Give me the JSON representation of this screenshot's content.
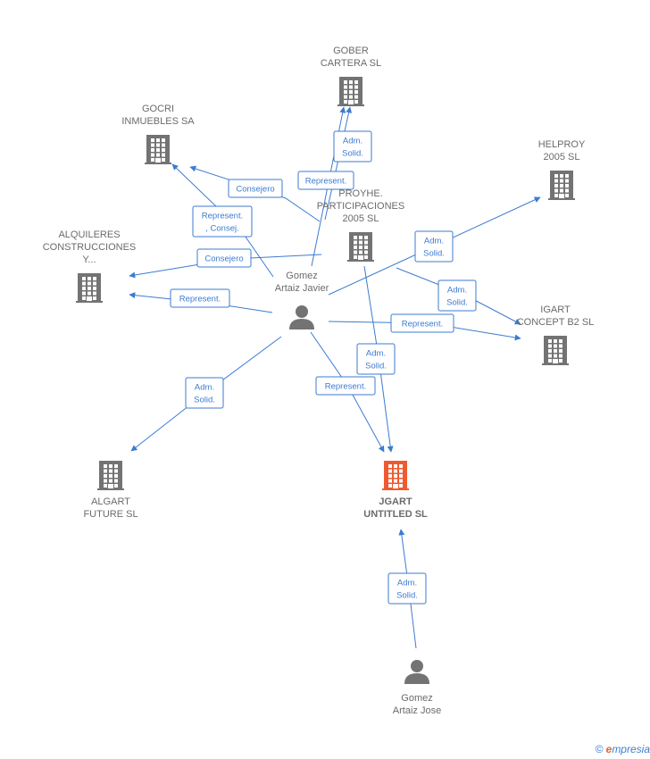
{
  "colors": {
    "edge": "#3d7bd0",
    "node": "#737373",
    "main_node": "#ef5a30",
    "label_box_border": "#3d7bd0",
    "label_box_bg": "#ffffff"
  },
  "nodes": [
    {
      "id": "gober",
      "type": "company",
      "lines": [
        "GOBER",
        "CARTERA SL"
      ]
    },
    {
      "id": "gocri",
      "type": "company",
      "lines": [
        "GOCRI",
        "INMUEBLES SA"
      ]
    },
    {
      "id": "helproy",
      "type": "company",
      "lines": [
        "HELPROY",
        "2005 SL"
      ]
    },
    {
      "id": "proyhe",
      "type": "company",
      "lines": [
        "PROYHE.",
        "PARTICIPACIONES",
        "2005  SL"
      ]
    },
    {
      "id": "alquileres",
      "type": "company",
      "lines": [
        "ALQUILERES",
        "CONSTRUCCIONES",
        "Y..."
      ]
    },
    {
      "id": "igart",
      "type": "company",
      "lines": [
        "IGART",
        "CONCEPT B2 SL"
      ]
    },
    {
      "id": "javier",
      "type": "person",
      "lines": [
        "Gomez",
        "Artaiz Javier"
      ]
    },
    {
      "id": "algart",
      "type": "company",
      "lines": [
        "ALGART",
        "FUTURE SL"
      ]
    },
    {
      "id": "jgart",
      "type": "main",
      "lines": [
        "JGART",
        "UNTITLED SL"
      ]
    },
    {
      "id": "jose",
      "type": "person",
      "lines": [
        "Gomez",
        "Artaiz Jose"
      ]
    }
  ],
  "edge_labels": [
    {
      "id": "l-adm-gober",
      "lines": [
        "Adm.",
        "Solid."
      ]
    },
    {
      "id": "l-rep-gober",
      "lines": [
        "Represent."
      ]
    },
    {
      "id": "l-cons-gocri",
      "lines": [
        "Consejero"
      ]
    },
    {
      "id": "l-repcons-gocri",
      "lines": [
        "Represent.",
        ", Consej."
      ]
    },
    {
      "id": "l-cons-alq",
      "lines": [
        "Consejero"
      ]
    },
    {
      "id": "l-rep-alq",
      "lines": [
        "Represent."
      ]
    },
    {
      "id": "l-adm-helproy",
      "lines": [
        "Adm.",
        "Solid."
      ]
    },
    {
      "id": "l-adm-igart",
      "lines": [
        "Adm.",
        "Solid."
      ]
    },
    {
      "id": "l-rep-igart",
      "lines": [
        "Represent."
      ]
    },
    {
      "id": "l-adm-jgart-proyhe",
      "lines": [
        "Adm.",
        "Solid."
      ]
    },
    {
      "id": "l-rep-jgart",
      "lines": [
        "Represent."
      ]
    },
    {
      "id": "l-adm-algart",
      "lines": [
        "Adm.",
        "Solid."
      ]
    },
    {
      "id": "l-adm-jose",
      "lines": [
        "Adm.",
        "Solid."
      ]
    }
  ],
  "footer": {
    "copyright": "©",
    "brand_initial": "e",
    "brand_rest": "mpresia"
  }
}
